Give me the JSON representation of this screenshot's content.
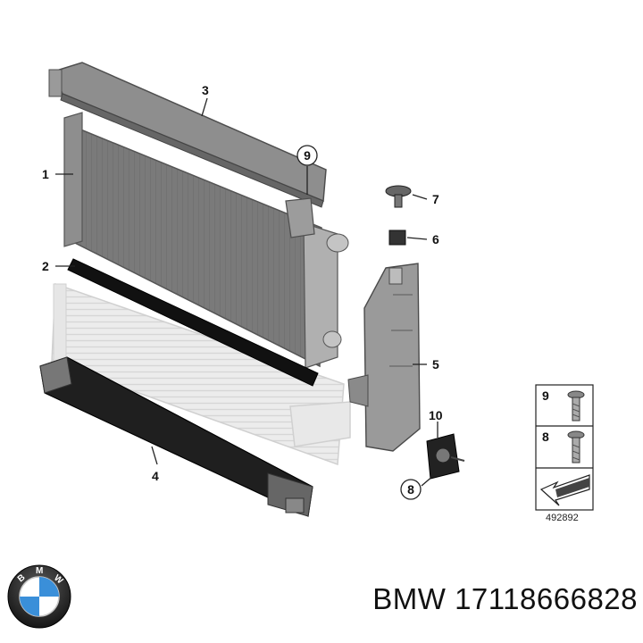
{
  "callouts": {
    "c1": "1",
    "c2": "2",
    "c3": "3",
    "c4": "4",
    "c5": "5",
    "c6": "6",
    "c7": "7",
    "c8": "8",
    "c9": "9",
    "c10": "10"
  },
  "legend": {
    "row1": "9",
    "row2": "8",
    "ref_number": "492892"
  },
  "logo": {
    "letters": "BMW"
  },
  "caption": "BMW 17118666828",
  "colors": {
    "radiator_dark": "#7c7c7c",
    "part_grey": "#9a9a9a",
    "ghost_grey": "#e4e4e4",
    "logo_blue": "#3a8fd9"
  }
}
